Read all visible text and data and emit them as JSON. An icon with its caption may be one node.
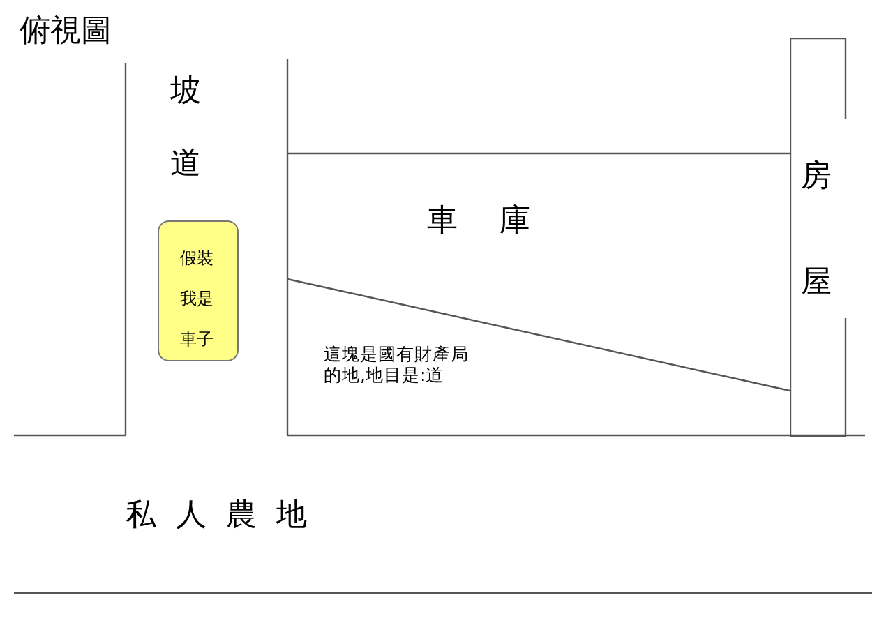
{
  "diagram": {
    "title": "俯視圖",
    "nodes": [
      {
        "text": [
          "假裝我是車子"
        ]
      },
      {
        "text": [
          "房屋"
        ]
      }
    ],
    "labels": [
      "坡道",
      "車庫",
      "這塊是國有財產局的地,地目是:道",
      "私人農地"
    ]
  }
}
